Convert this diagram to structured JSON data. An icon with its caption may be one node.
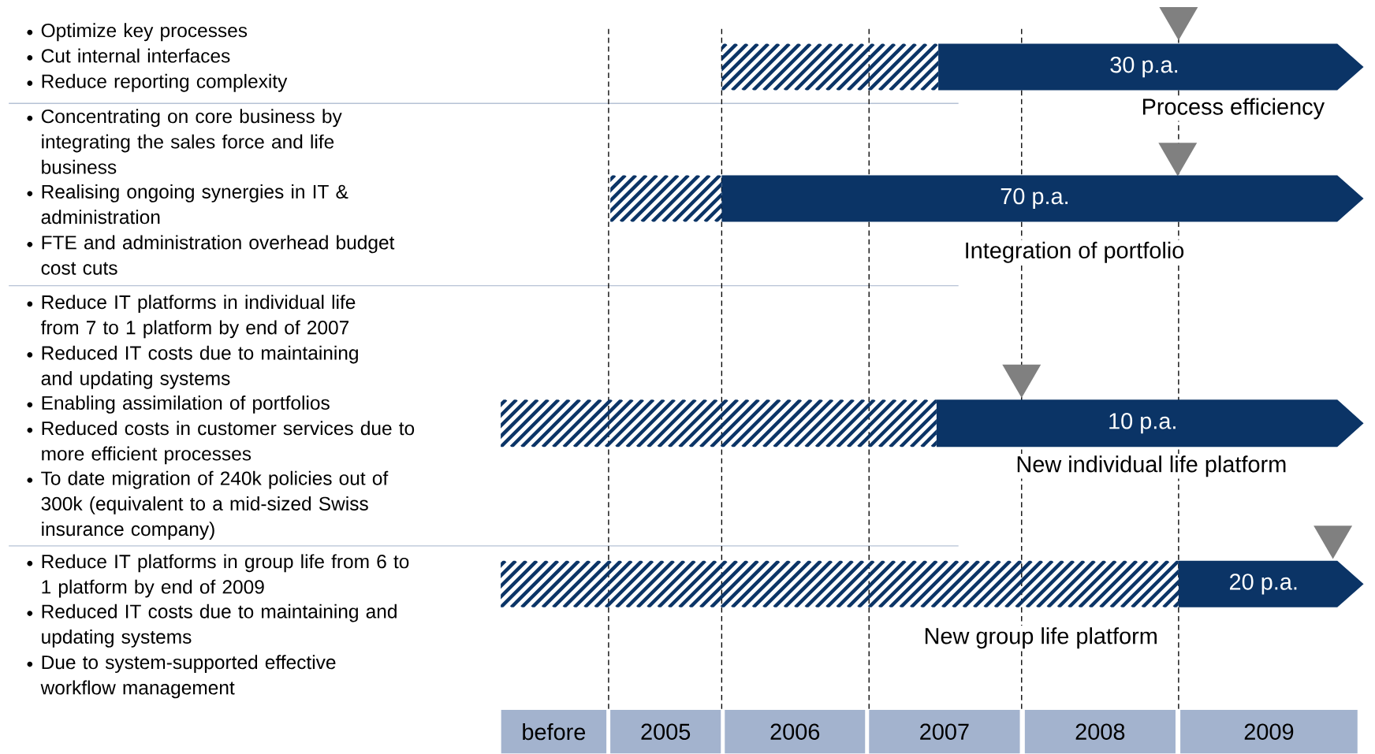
{
  "diagram": {
    "nodes": [
      {
        "text": [
          "30 p.a."
        ],
        "beside": [
          "Process efficiency"
        ]
      },
      {
        "text": [
          "70 p.a."
        ],
        "beside": [
          "Integration of portfolio"
        ]
      },
      {
        "text": [
          "10 p.a."
        ],
        "beside": [
          "New individual life platform"
        ]
      },
      {
        "text": [
          "20 p.a."
        ],
        "beside": [
          "New group life platform"
        ]
      }
    ],
    "edges": [],
    "labels": [
      "Optimize key processes",
      "Cut internal interfaces",
      "Reduce reporting complexity",
      "Concentrating on core business by integrating the sales force and life business",
      "Realising ongoing synergies in IT & administration",
      "FTE and administration overhead budget cost cuts",
      "Reduce IT platforms in individual life from 7 to 1 platform by end of 2007",
      "Reduced IT costs due to maintaining and updating systems",
      "Enabling assimilation of portfolios",
      "Reduced costs in customer services due to more efficient processes",
      "To date migration of 240k policies out of 300k (equivalent to a mid-sized Swiss insurance company)",
      "Reduce IT platforms in group life from 6 to 1 platform by end of 2009",
      "Reduced IT costs due to maintaining and updating systems",
      "Due to system-supported effective workflow management",
      "before",
      "2005",
      "2006",
      "2007",
      "2008",
      "2009"
    ]
  }
}
